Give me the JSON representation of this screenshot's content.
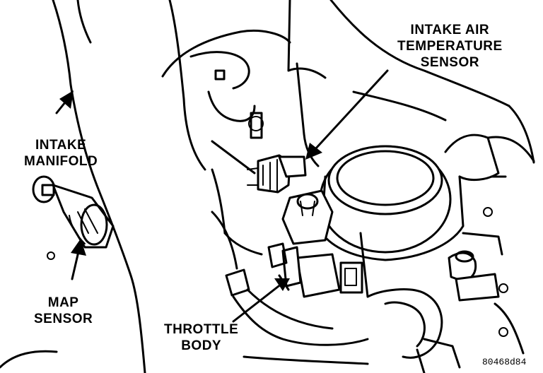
{
  "callouts": {
    "intake_air_temperature_sensor": [
      "INTAKE AIR",
      "TEMPERATURE",
      "SENSOR"
    ],
    "intake_manifold": [
      "INTAKE",
      "MANIFOLD"
    ],
    "map_sensor": [
      "MAP",
      "SENSOR"
    ],
    "throttle_body": [
      "THROTTLE",
      "BODY"
    ]
  },
  "figure_code": "80468d84"
}
